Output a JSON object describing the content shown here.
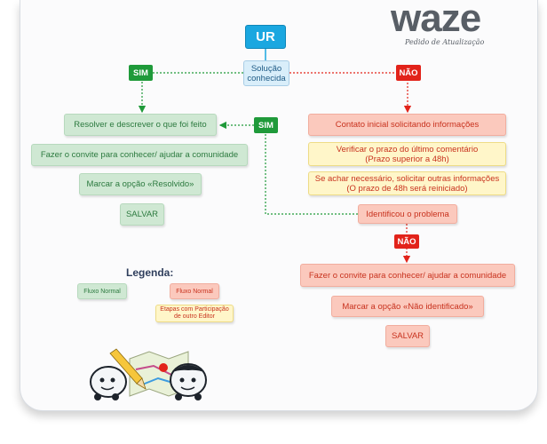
{
  "logo": {
    "word": "waze",
    "subtitle": "Pedido de Atualização"
  },
  "nodes": {
    "ur": "UR",
    "solucao": "Solução\nconhecida",
    "sim_top": "SIM",
    "nao_top": "NÃO",
    "sim_mid": "SIM",
    "nao_mid": "NÃO"
  },
  "left_flow": [
    "Resolver e descrever o que foi feito",
    "Fazer o convite para conhecer/ ajudar a comunidade",
    "Marcar a opção «Resolvido»",
    "SALVAR"
  ],
  "right_flow": [
    "Contato inicial solicitando informações",
    "Verificar o prazo do último comentário\n(Prazo superior a 48h)",
    "Se achar necessário, solicitar outras informações\n(O prazo de 48h será reiniciado)",
    "Identificou o problema",
    "Fazer o convite para conhecer/ ajudar a comunidade",
    "Marcar a opção «Não identificado»",
    "SALVAR"
  ],
  "legend": {
    "title": "Legenda:",
    "green": "Fluxo Normal",
    "red": "Fluxo Normal",
    "yellow": "Etapas com Participação\nde outro Editor"
  },
  "colors": {
    "green": "#1f9a3a",
    "red": "#e2231a",
    "blue": "#1aa7e0"
  }
}
